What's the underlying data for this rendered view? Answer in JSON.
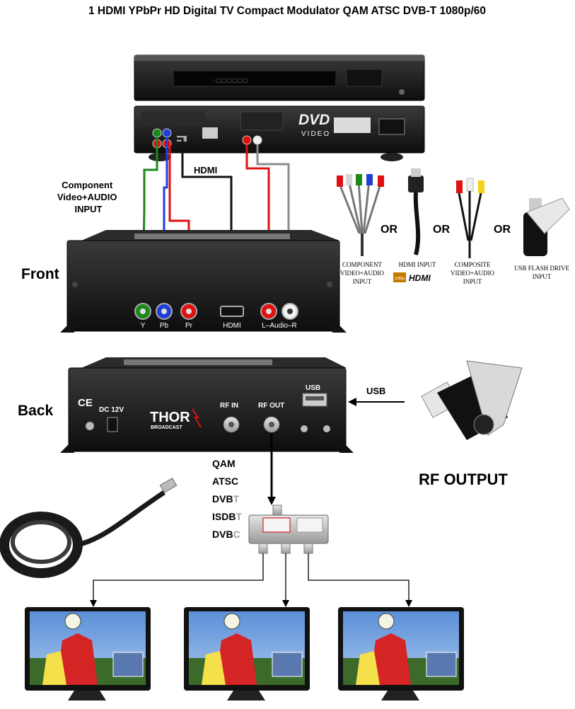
{
  "title": "1 HDMI YPbPr HD Digital TV Compact Modulator QAM ATSC DVB-T 1080p/60",
  "labels": {
    "component_input": [
      "Component",
      "Video+AUDIO",
      "INPUT"
    ],
    "hdmi": "HDMI",
    "front": "Front",
    "back": "Back",
    "usb_arrow": "USB",
    "rf_output": "RF OUTPUT"
  },
  "front_panel": {
    "jacks": [
      "Y",
      "Pb",
      "Pr",
      "HDMI",
      "L–Audio–R"
    ]
  },
  "back_panel": {
    "power": "DC 12V",
    "rf_in": "RF IN",
    "rf_out": "RF OUT",
    "usb": "USB",
    "brand": "THOR",
    "brand_sub": "BROADCAST"
  },
  "dvd_player": {
    "logo": "DVD",
    "logo_sub": "VIDEO"
  },
  "input_options": {
    "or": "OR",
    "items": [
      [
        "COMPONENT",
        "VIDEO+AUDIO",
        "INPUT"
      ],
      [
        "HDMI INPUT"
      ],
      [
        "COMPOSITE",
        "VIDEO+AUDIO",
        "INPUT"
      ],
      [
        "USB FLASH DRIVE",
        "INPUT"
      ]
    ],
    "hdmi_badge": "HDMI",
    "hdmi_badge_sub": "1080p"
  },
  "standards": [
    {
      "main": "QAM",
      "suffix": ""
    },
    {
      "main": "ATSC",
      "suffix": ""
    },
    {
      "main": "DVB",
      "suffix": "T"
    },
    {
      "main": "ISDB",
      "suffix": "T"
    },
    {
      "main": "DVB",
      "suffix": "C"
    }
  ],
  "colors": {
    "green": "#1a8a1a",
    "blue": "#1f3fd6",
    "red": "#e01010",
    "white_cable": "#8c8c8c",
    "black_cable": "#111111",
    "suffix_gray": "#a0a0a0"
  }
}
